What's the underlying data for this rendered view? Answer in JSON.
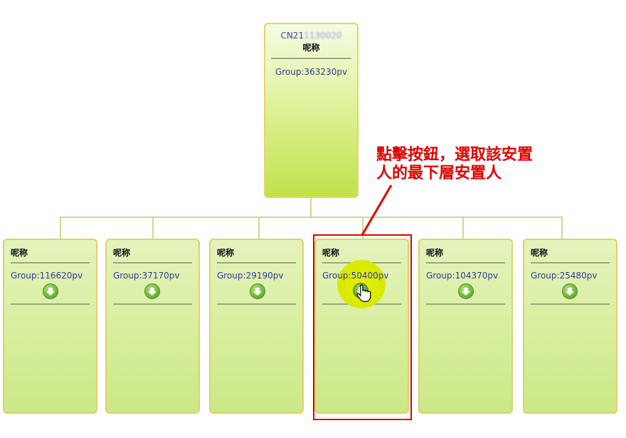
{
  "root": {
    "id_prefix": "CN21",
    "id_masked": "1130020",
    "nickname": "呢称",
    "group": "Group:363230pv"
  },
  "children": [
    {
      "nickname": "呢称",
      "group": "Group:116620pv"
    },
    {
      "nickname": "呢称",
      "group": "Group:37170pv"
    },
    {
      "nickname": "呢称",
      "group": "Group:29190pv"
    },
    {
      "nickname": "呢称",
      "group": "Group:50400pv"
    },
    {
      "nickname": "呢称",
      "group": "Group:104370pv"
    },
    {
      "nickname": "呢称",
      "group": "Group:25480pv"
    }
  ],
  "annotation": {
    "line1": "點擊按鈕，選取該安置",
    "line2": "人的最下層安置人"
  },
  "colors": {
    "annotation": "#e00000",
    "highlight": "#d9ea00",
    "link_text": "#2f3aa0"
  },
  "icons": {
    "down": "down-arrow-circle-icon",
    "cursor": "hand-pointer-icon"
  }
}
